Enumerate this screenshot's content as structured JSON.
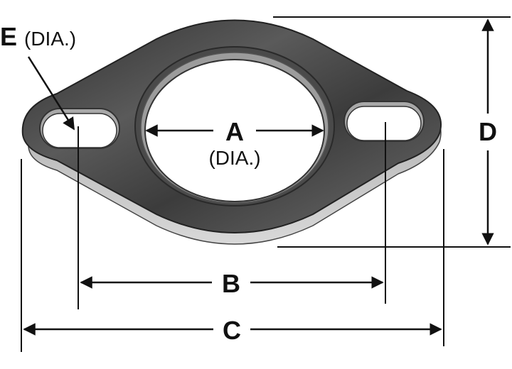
{
  "labels": {
    "a": "A",
    "a_note": "(DIA.)",
    "b": "B",
    "c": "C",
    "d": "D",
    "e": "E",
    "e_note": "(DIA.)"
  },
  "colors": {
    "flange_dark": "#3a3a3a",
    "flange_mid": "#6b6b6b",
    "flange_light": "#b5b5b5",
    "line": "#111111",
    "background": "#ffffff"
  }
}
